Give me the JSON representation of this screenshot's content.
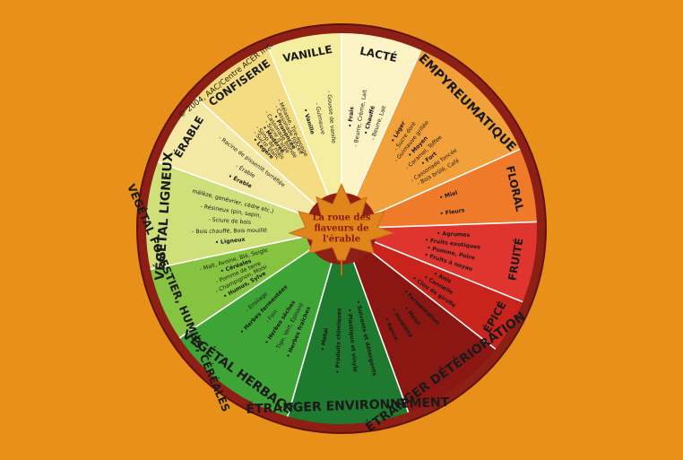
{
  "copyright": "© 2004, AAC/Centre ACER Inc.",
  "center": {
    "lines": [
      "La roue des",
      "flaveurs de",
      "l'érable"
    ]
  },
  "colors": {
    "background": "#E8901A",
    "rim": "#8E1F14",
    "rim_edge": "#5E120A",
    "center_leaf": "#E0841C",
    "hub": "#F6E9A8"
  },
  "segments": [
    {
      "name": "VANILLE",
      "color": "#F5EEA0",
      "items": [
        "• Vanille",
        "- Guimauve",
        "- Gousse de vanille"
      ]
    },
    {
      "name": "LACTÉ",
      "color": "#FBF3C4",
      "items": [
        "• Frais",
        "- Beurre, Crème, Lait",
        "• Chauffé",
        "- Beurre, Lait"
      ]
    },
    {
      "name": "EMPYREUMATIQUE",
      "color": "#F2A13A",
      "items": [
        "• Léger",
        "- Sucre doré",
        "- Guimauve grillée",
        "• Moyen",
        "- Caramel, Toffee",
        "• Fort",
        "- Cassonade foncée",
        "- Bois brûlé, Café"
      ]
    },
    {
      "name": "FLORAL",
      "color": "#EE7A2A",
      "items": [
        "• Miel",
        "• Fleurs"
      ]
    },
    {
      "name": "FRUITÉ",
      "color": "#E0352E",
      "items": [
        "• Agrumes",
        "• Fruits exotiques",
        "• Pomme, Poire",
        "• Fruits à noyau"
      ]
    },
    {
      "name": "ÉPICÉ",
      "color": "#C8241C",
      "items": [
        "• Anis",
        "• Cannelle",
        "• Clou de girofle"
      ]
    },
    {
      "name": "ÉTRANGER DÉTÉRIORATION",
      "color": "#8A1712",
      "items": [
        "• Fermentation",
        "• Moisi",
        "• Humidité",
        "• Rance"
      ]
    },
    {
      "name": "ÉTRANGER ENVIRONNEMENT",
      "color": "#1E7A2E",
      "items": [
        "• Solvants et détergents",
        "• Plastique et vinyle",
        "• Produits chimiques",
        "• Métal"
      ]
    },
    {
      "name": "VÉGÉTAL HERBACÉ",
      "color": "#3FA436",
      "items": [
        "• Herbes fraîches",
        "- Tige, Vert, Épinard",
        "• Herbes sèches",
        "- Foin",
        "• Herbes fermentées",
        "- Ensilage"
      ]
    },
    {
      "name": "VÉGÉTAL FORESTIER, HUMUS, CÉRÉALES",
      "color": "#86C340",
      "items": [
        "• Humus, Sylve",
        "- Champignon, Moisi",
        "- Pomme de terre",
        "• Céréales",
        "- Malt, Avoine, Blé, Seigle"
      ]
    },
    {
      "name": "VÉGÉTAL LIGNEUX",
      "color": "#CFE07A",
      "items": [
        "• Ligneux",
        "- Bois chauffé, Bois mouillé",
        "- Sciure de bois",
        "- Résineux (pin, sapin,",
        "mélèze, genévrier, cèdre etc.)"
      ]
    },
    {
      "name": "ÉRABLE",
      "color": "#F3E8A4",
      "items": [
        "• Érable",
        "- Érable",
        "- Racine de pissenlit torréfiée"
      ]
    },
    {
      "name": "CONFISERIE",
      "color": "#F4DC83",
      "items": [
        "• Légère",
        "- Sucre blanc",
        "- Sirop de maïs",
        "• Modérée",
        "- Sucre d'orge",
        "- Cassonade blonde",
        "• Prononcée",
        "- Cassonade foncée",
        "- Mélasse, Tire-éponge"
      ]
    }
  ]
}
